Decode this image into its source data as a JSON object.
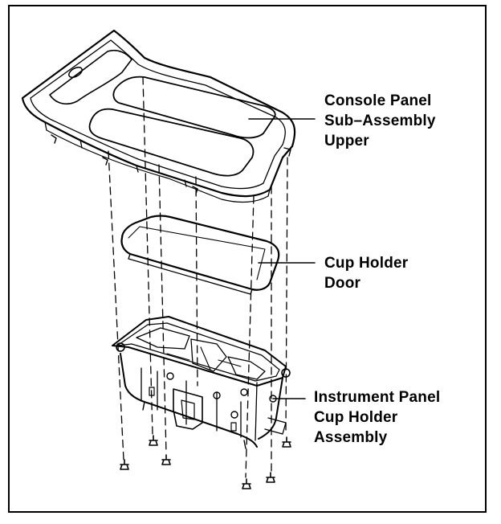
{
  "labels": {
    "console_panel": [
      "Console Panel",
      "Sub–Assembly",
      "Upper"
    ],
    "cup_holder_door": [
      "Cup Holder",
      "Door"
    ],
    "cup_holder_assembly": [
      "Instrument Panel",
      "Cup Holder",
      "Assembly"
    ]
  }
}
